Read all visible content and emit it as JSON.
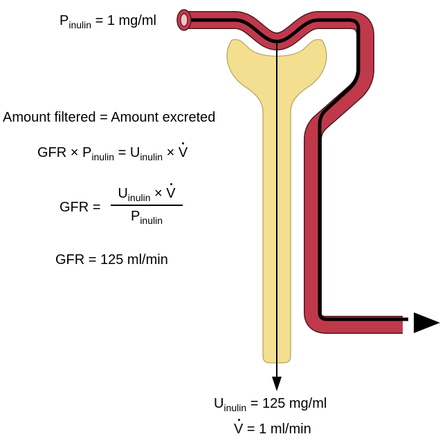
{
  "plasma_label": {
    "symbol": "P",
    "sub": "inulin",
    "rest": " = 1 mg/ml"
  },
  "statement": "Amount filtered = Amount excreted",
  "equation1": {
    "left": "GFR × P",
    "left_sub": "inulin",
    "eq": " = U",
    "right_sub": "inulin",
    "times": " × ",
    "v": "V"
  },
  "equation2": {
    "lhs": "GFR =",
    "num_u": "U",
    "num_sub": "inulin",
    "num_times": " × ",
    "num_v": "V",
    "den_p": "P",
    "den_sub": "inulin"
  },
  "result": "GFR = 125 ml/min",
  "urine_conc": {
    "symbol": "U",
    "sub": "inulin",
    "rest": " = 125 mg/ml"
  },
  "urine_flow": {
    "v": "V",
    "rest": " = 1 ml/min"
  },
  "colors": {
    "tubule": "#c0394b",
    "tubule_outline": "#4a1a20",
    "glomerulus": "#f3df8f",
    "glomerulus_outline": "#b3a060",
    "flow_line": "#000000"
  }
}
